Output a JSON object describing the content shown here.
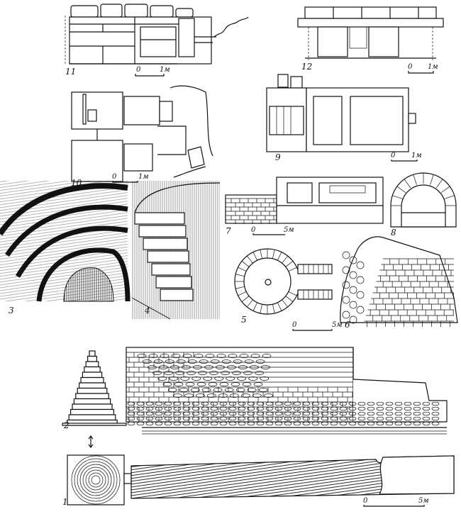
{
  "figures": {
    "fig11": {
      "label": "11",
      "scale_zero": "0",
      "scale_unit": "1м"
    },
    "fig12": {
      "label": "12",
      "scale_zero": "0",
      "scale_unit": "1м"
    },
    "fig10": {
      "label": "10",
      "scale_zero": "0",
      "scale_unit": "1м"
    },
    "fig9": {
      "label": "9",
      "scale_zero": "0",
      "scale_unit": "1м"
    },
    "fig7": {
      "label": "7",
      "scale_zero": "0",
      "scale_unit": "5м"
    },
    "fig8": {
      "label": "8"
    },
    "fig3": {
      "label": "3"
    },
    "fig4": {
      "label": "4"
    },
    "fig5": {
      "label": "5",
      "scale_zero": "0",
      "scale_unit": "5м"
    },
    "fig6": {
      "label": "6"
    },
    "fig2": {
      "label": "2"
    },
    "fig1": {
      "label": "1",
      "scale_zero": "0",
      "scale_unit": "5м"
    }
  },
  "colors": {
    "ink": "#111111",
    "paper": "#ffffff"
  }
}
